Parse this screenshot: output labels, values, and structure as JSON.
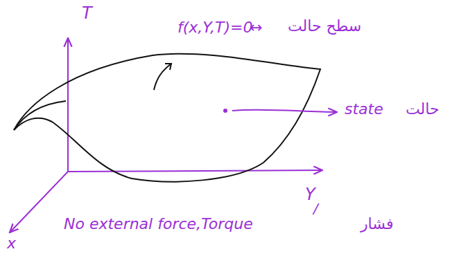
{
  "diagram": {
    "labels": [
      "T",
      "f(x,Y,T)=0",
      "↔",
      "سطح حالت",
      "state",
      "حالت",
      "Y",
      "/",
      "فشار",
      "x",
      "No external force,Torque"
    ]
  }
}
